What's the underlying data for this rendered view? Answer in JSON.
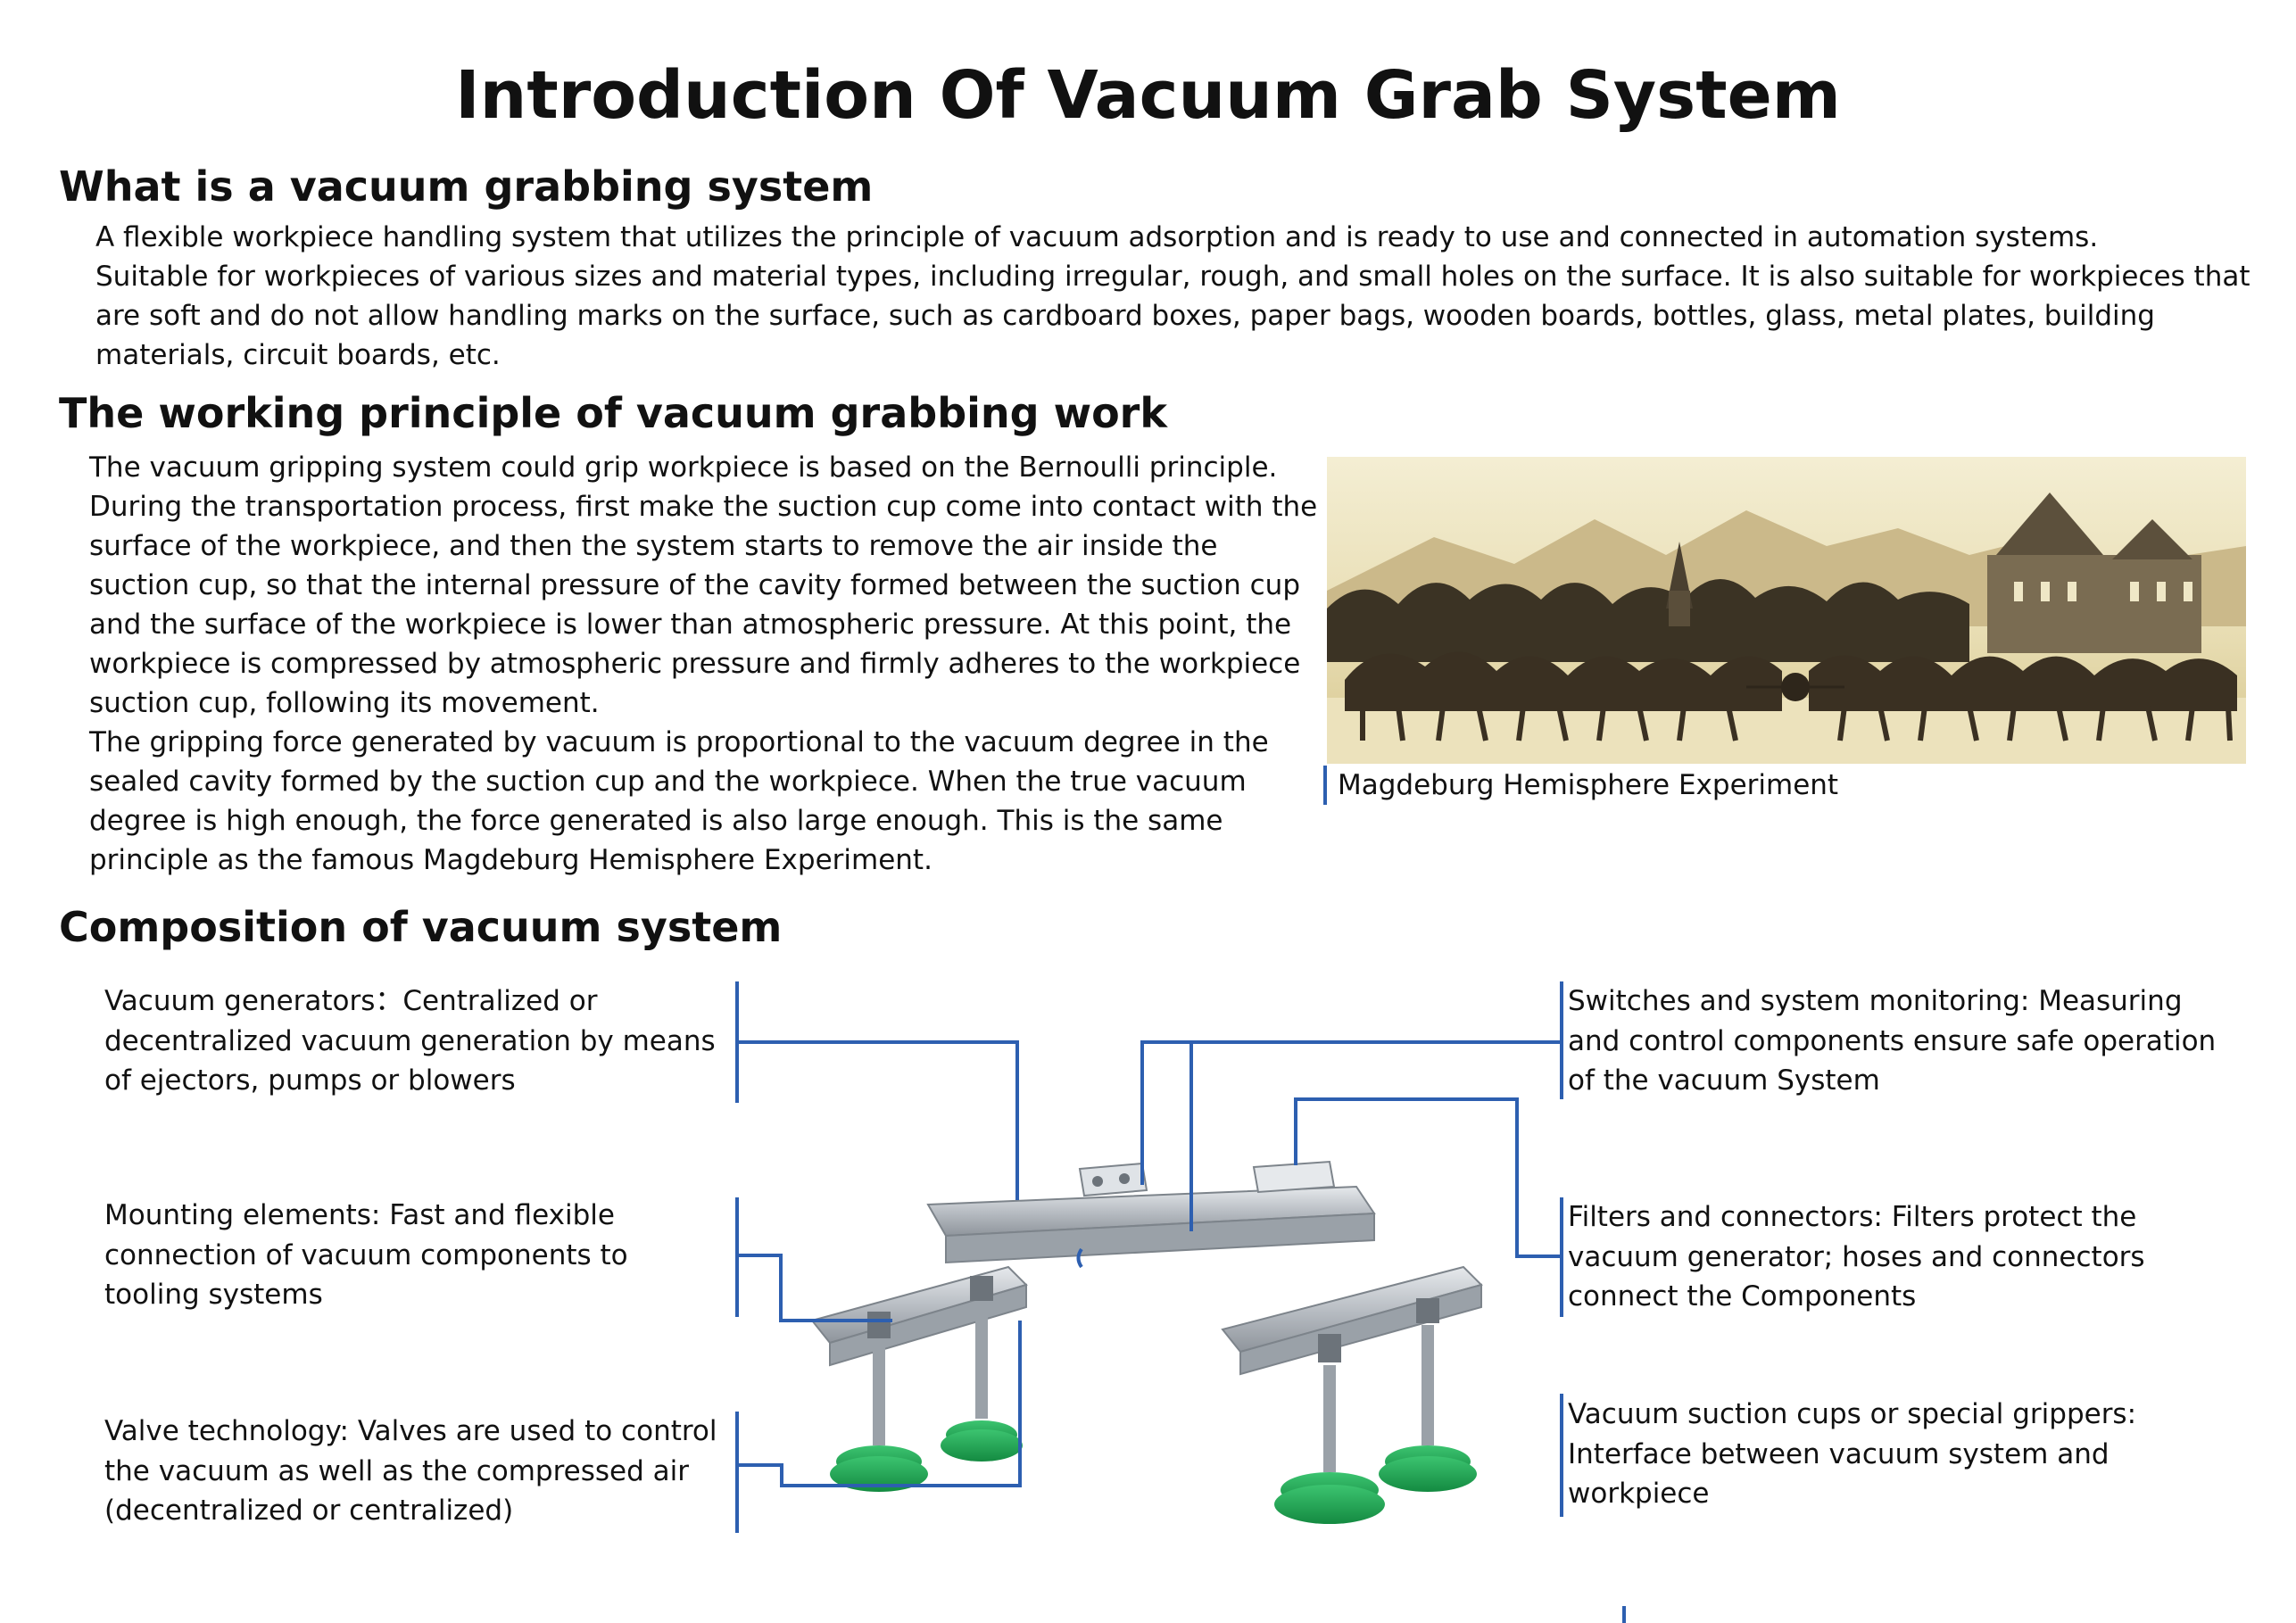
{
  "title": "Introduction Of Vacuum Grab System",
  "section1": {
    "heading": "What is a vacuum grabbing system",
    "p1": "A flexible workpiece handling system that utilizes the principle of vacuum adsorption and is ready to use and connected in automation systems.",
    "p2": "Suitable for workpieces of various sizes and material types, including irregular, rough, and small holes on the surface. It is also suitable for workpieces that are soft and do not allow handling marks on the surface, such as cardboard boxes, paper bags, wooden boards, bottles, glass, metal plates, building materials, circuit boards, etc."
  },
  "section2": {
    "heading": "The working principle of vacuum grabbing work",
    "p1": "The vacuum gripping system could grip workpiece is based on the Bernoulli principle. During the transportation process, first make the suction cup come into contact with the surface of the workpiece, and then the system starts to remove the air inside the suction cup, so that the internal pressure of the cavity formed between the suction cup and the surface of the workpiece is lower than atmospheric pressure. At this point, the workpiece is compressed by atmospheric pressure and firmly adheres to the workpiece suction cup, following its movement.",
    "p2": "The gripping force generated by vacuum is proportional to the vacuum degree in the sealed cavity formed by the suction cup and the workpiece. When the true vacuum degree is high enough, the force generated is also large enough. This is the same principle as the famous Magdeburg Hemisphere Experiment.",
    "image_caption": "Magdeburg Hemisphere Experiment"
  },
  "section3": {
    "heading": "Composition of vacuum system",
    "left_items": [
      "Vacuum generators：Centralized or decentralized vacuum generation by means of ejectors, pumps or blowers",
      "Mounting elements: Fast and flexible connection of vacuum components to tooling systems",
      "Valve technology: Valves are used to control the vacuum as well as the compressed air (decentralized or centralized)"
    ],
    "right_items": [
      "Switches and system monitoring: Measuring and control components ensure safe operation of the vacuum System",
      "Filters and connectors: Filters protect the vacuum generator; hoses and connectors connect the Components",
      "Vacuum suction cups or special grippers: Interface between vacuum system and workpiece"
    ]
  },
  "colors": {
    "connector_line": "#2d5fb0",
    "cup_green": "#1fa552",
    "frame_gray": "#b9bec4"
  }
}
